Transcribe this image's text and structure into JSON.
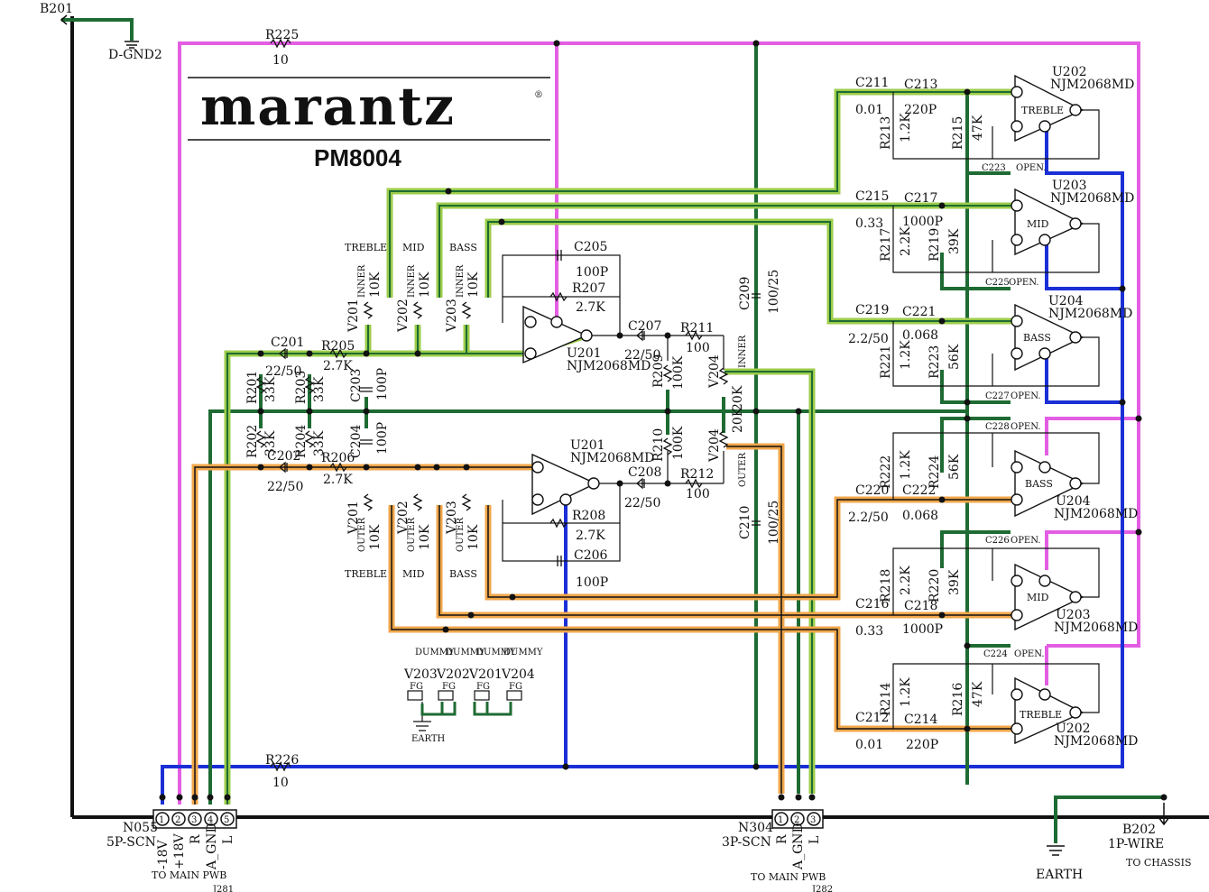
{
  "brand": {
    "logo": "marantz",
    "reg_mark": "®",
    "model": "PM8004"
  },
  "colors": {
    "pink": "#e35ee3",
    "blue": "#1a2fd6",
    "green": "#1e6b33",
    "lime": "#9ccc4a",
    "orange": "#f0a64a"
  },
  "top_left": {
    "b201": "B201",
    "dgnd2": "D-GND2",
    "r225": "R225",
    "r225_val": "10"
  },
  "bottom": {
    "r226": "R226",
    "r226_val": "10"
  },
  "connectors": {
    "n055": {
      "ref": "N055",
      "type": "5P-SCN",
      "pins": [
        "-18V",
        "+18V",
        "R",
        "A_GND",
        "L"
      ],
      "pin_numbers": [
        "1",
        "2",
        "3",
        "4",
        "5"
      ],
      "dest": "TO MAIN PWB",
      "frag": "J281"
    },
    "n304": {
      "ref": "N304",
      "type": "3P-SCN",
      "pins": [
        "R",
        "A_GND",
        "L"
      ],
      "pin_numbers": [
        "1",
        "2",
        "3"
      ],
      "dest": "TO MAIN PWB",
      "frag": "J282"
    },
    "b202": {
      "ref": "B202",
      "type": "1P-WIRE",
      "dest": "TO CHASSIS",
      "earth": "EARTH"
    }
  },
  "volumes": {
    "upper": [
      {
        "ref": "V201",
        "name": "TREBLE",
        "val": "10K",
        "side": "INNER"
      },
      {
        "ref": "V202",
        "name": "MID",
        "val": "10K",
        "side": "INNER"
      },
      {
        "ref": "V203",
        "name": "BASS",
        "val": "10K",
        "side": "INNER"
      }
    ],
    "lower": [
      {
        "ref": "V201",
        "name": "TREBLE",
        "val": "10K",
        "side": "OUTER"
      },
      {
        "ref": "V202",
        "name": "MID",
        "val": "10K",
        "side": "OUTER"
      },
      {
        "ref": "V203",
        "name": "BASS",
        "val": "10K",
        "side": "OUTER"
      }
    ],
    "v204_inner": {
      "ref": "V204",
      "val": "20K",
      "side": "INNER"
    },
    "v204_outer": {
      "ref": "V204",
      "val": "20K",
      "side": "OUTER"
    }
  },
  "center_parts": {
    "c201": "C201",
    "c201_val": "22/50",
    "r205": "R205",
    "r205_val": "2.7K",
    "r201": "R201",
    "r201_val": "33K",
    "r203": "R203",
    "r203_val": "33K",
    "c203": "C203",
    "c203_val": "100P",
    "r202": "R202",
    "r202_val": "33K",
    "r204": "R204",
    "r204_val": "33K",
    "c204": "C204",
    "c204_val": "100P",
    "c202": "C202",
    "c202_val": "22/50",
    "r206": "R206",
    "r206_val": "2.7K",
    "c205": "C205",
    "c205_val": "100P",
    "r207": "R207",
    "r207_val": "2.7K",
    "c206": "C206",
    "c206_val": "100P",
    "r208": "R208",
    "r208_val": "2.7K",
    "c207": "C207",
    "c207_val": "22/50",
    "c208": "C208",
    "c208_val": "22/50",
    "r211": "R211",
    "r211_val": "100",
    "r212": "R212",
    "r212_val": "100",
    "r209": "R209",
    "r209_val": "100K",
    "r210": "R210",
    "r210_val": "100K",
    "c209": "C209",
    "c209_val": "100/25",
    "c210": "C210",
    "c210_val": "100/25",
    "u201": "U201",
    "u201_part": "NJM2068MD"
  },
  "right_blocks": [
    {
      "u": "U202",
      "part": "NJM2068MD",
      "name": "TREBLE",
      "c1": "C211",
      "c1v": "0.01",
      "c2": "C213",
      "c2v": "220P",
      "r1": "R213",
      "r1v": "1.2K",
      "r2": "R215",
      "r2v": "47K",
      "cx": "C223",
      "cxv": "OPEN."
    },
    {
      "u": "U203",
      "part": "NJM2068MD",
      "name": "MID",
      "c1": "C215",
      "c1v": "0.33",
      "c2": "C217",
      "c2v": "1000P",
      "r1": "R217",
      "r1v": "2.2K",
      "r2": "R219",
      "r2v": "39K",
      "cx": "C225",
      "cxv": "OPEN."
    },
    {
      "u": "U204",
      "part": "NJM2068MD",
      "name": "BASS",
      "c1": "C219",
      "c1v": "2.2/50",
      "c2": "C221",
      "c2v": "0.068",
      "r1": "R221",
      "r1v": "1.2K",
      "r2": "R223",
      "r2v": "56K",
      "cx": "C227",
      "cxv": "OPEN."
    },
    {
      "u": "U204",
      "part": "NJM2068MD",
      "name": "BASS",
      "c1": "C220",
      "c1v": "2.2/50",
      "c2": "C222",
      "c2v": "0.068",
      "r1": "R222",
      "r1v": "1.2K",
      "r2": "R224",
      "r2v": "56K",
      "cx": "C228",
      "cxv": "OPEN."
    },
    {
      "u": "U203",
      "part": "NJM2068MD",
      "name": "MID",
      "c1": "C216",
      "c1v": "0.33",
      "c2": "C218",
      "c2v": "1000P",
      "r1": "R218",
      "r1v": "2.2K",
      "r2": "R220",
      "r2v": "39K",
      "cx": "C226",
      "cxv": "OPEN."
    },
    {
      "u": "U202",
      "part": "NJM2068MD",
      "name": "TREBLE",
      "c1": "C212",
      "c1v": "0.01",
      "c2": "C214",
      "c2v": "220P",
      "r1": "R214",
      "r1v": "1.2K",
      "r2": "R216",
      "r2v": "47K",
      "cx": "C224",
      "cxv": "OPEN."
    }
  ],
  "dummy": {
    "label": "DUMMY",
    "fg": "FG",
    "refs": [
      "V203",
      "V202",
      "V201",
      "V204"
    ],
    "earth": "EARTH"
  }
}
